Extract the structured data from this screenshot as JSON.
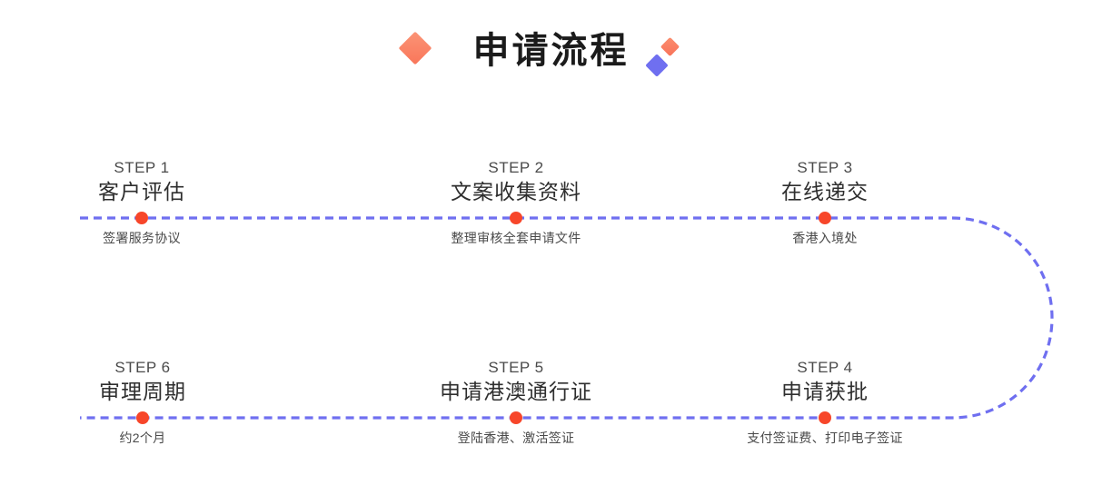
{
  "header": {
    "title": "申请流程",
    "decor": {
      "left_diamond": "diamond-orange",
      "right_diamond_small": "diamond-orange-small",
      "right_diamond_blue": "diamond-blue-small"
    }
  },
  "theme": {
    "line_color": "#6f6ff0",
    "dot_color": "#f7462a",
    "accent_orange": "#f9765a",
    "accent_blue": "#6f6ff0",
    "text_dark": "#2e2e2e",
    "background": "#ffffff"
  },
  "flow": {
    "direction": "left-to-right then U-turn right-to-left",
    "rows": [
      {
        "name": "top-row",
        "nodes": [
          {
            "step": "STEP 1",
            "title": "客户评估",
            "desc": "签署服务协议"
          },
          {
            "step": "STEP 2",
            "title": "文案收集资料",
            "desc": "整理审核全套申请文件"
          },
          {
            "step": "STEP 3",
            "title": "在线递交",
            "desc": "香港入境处"
          }
        ]
      },
      {
        "name": "bottom-row",
        "nodes": [
          {
            "step": "STEP 6",
            "title": "审理周期",
            "desc": "约2个月"
          },
          {
            "step": "STEP 5",
            "title": "申请港澳通行证",
            "desc": "登陆香港、激活签证"
          },
          {
            "step": "STEP 4",
            "title": "申请获批",
            "desc": "支付签证费、打印电子签证"
          }
        ]
      }
    ]
  }
}
